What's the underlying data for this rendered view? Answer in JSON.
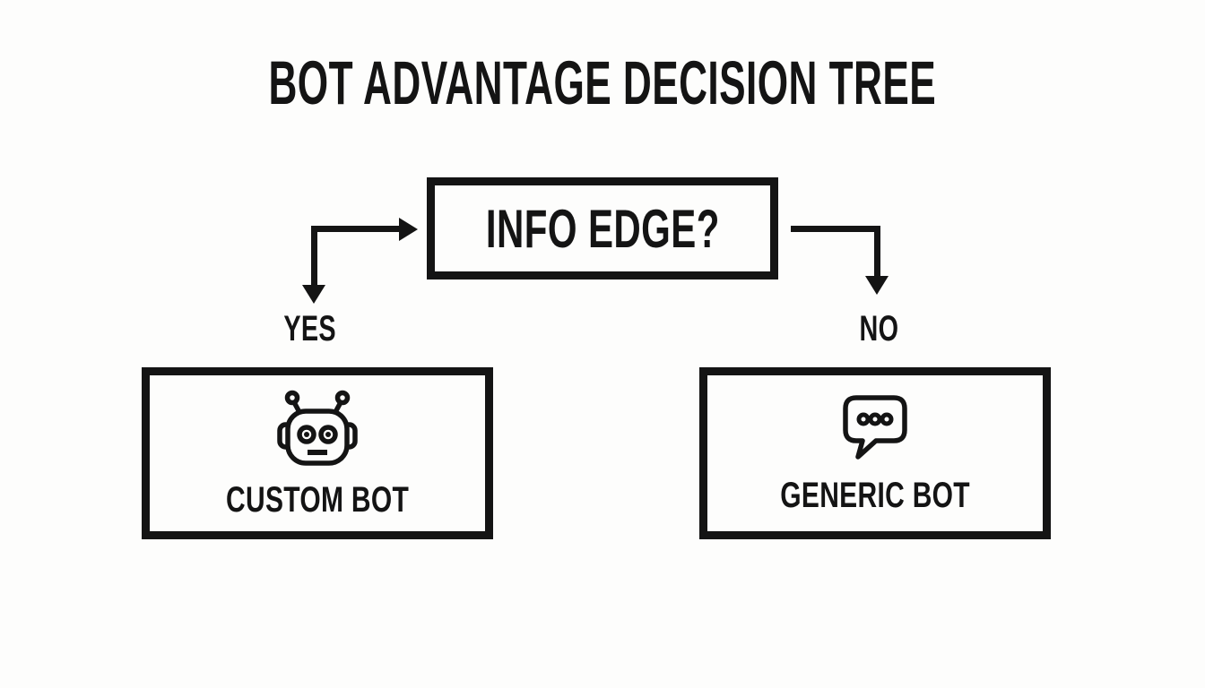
{
  "title": "BOT ADVANTAGE DECISION TREE",
  "decision": {
    "label": "INFO EDGE?"
  },
  "branches": {
    "yes": {
      "label": "YES",
      "outcome": "CUSTOM BOT",
      "icon": "robot-icon"
    },
    "no": {
      "label": "NO",
      "outcome": "GENERIC BOT",
      "icon": "chat-bubble-icon"
    }
  },
  "colors": {
    "background": "#fdfdfc",
    "ink": "#141414"
  }
}
